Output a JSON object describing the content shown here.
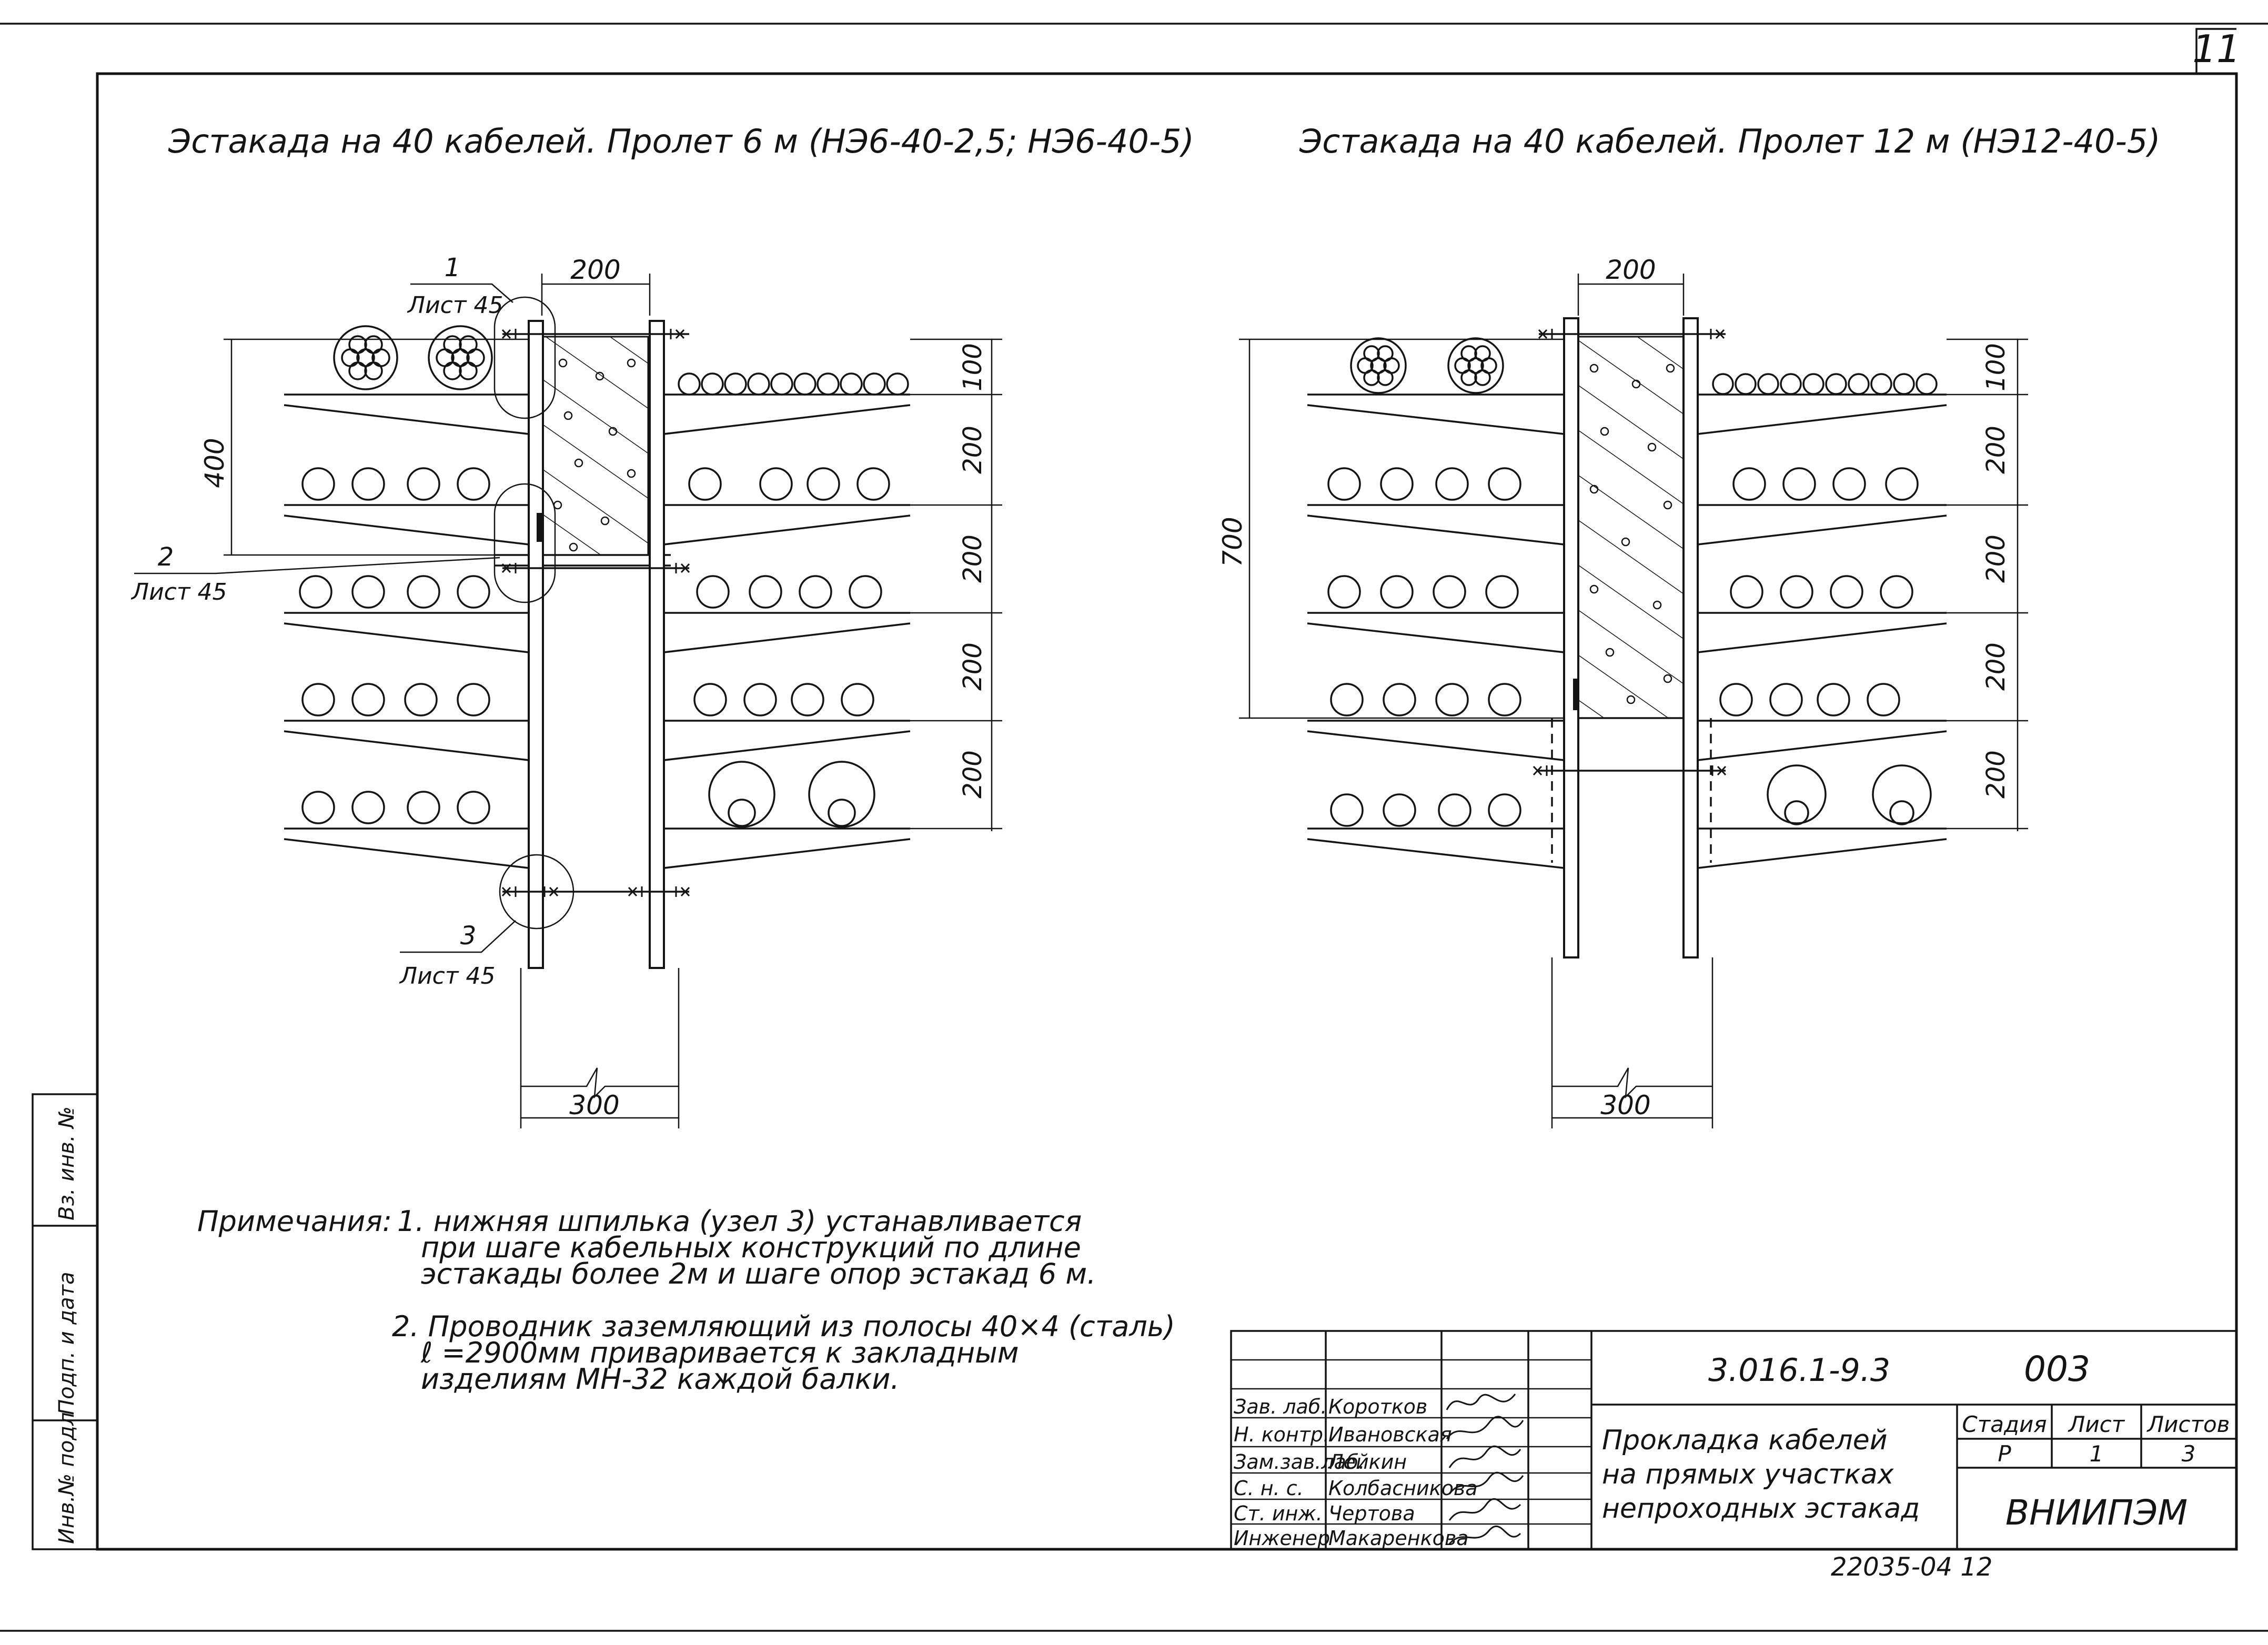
{
  "sheet": {
    "page_number": "11",
    "side_labels": [
      "Инв.№ подл",
      "Подп. и дата",
      "Вз. инв. №"
    ]
  },
  "left_view": {
    "title": "Эстакада на 40 кабелей. Пролет 6 м (НЭ6-40-2,5; НЭ6-40-5)",
    "dim_top": "200",
    "dim_height": "400",
    "dim_base": "300",
    "dim_tiers": [
      "100",
      "200",
      "200",
      "200",
      "200"
    ],
    "node1_num": "1",
    "node1_sheet": "Лист 45",
    "node2_num": "2",
    "node2_sheet": "Лист 45",
    "node3_num": "3",
    "node3_sheet": "Лист 45"
  },
  "right_view": {
    "title": "Эстакада на 40 кабелей. Пролет 12 м (НЭ12-40-5)",
    "dim_top": "200",
    "dim_height": "700",
    "dim_base": "300",
    "dim_tiers": [
      "100",
      "200",
      "200",
      "200",
      "200"
    ]
  },
  "notes": {
    "heading": "Примечания:",
    "note1": [
      "1. нижняя шпилька (узел 3) устанавливается",
      "при шаге кабельных конструкций по длине",
      "эстакады более 2м и шаге опор эстакад 6 м."
    ],
    "note2": [
      "2. Проводник заземляющий из полосы 40×4 (сталь)",
      "ℓ =2900мм приваривается к закладным",
      "изделиям МН-32 каждой балки."
    ]
  },
  "title_block": {
    "doc_code": "3.016.1-9.3",
    "doc_num": "003",
    "title_lines": [
      "Прокладка кабелей",
      "на прямых участках",
      "непроходных эстакад"
    ],
    "stage_header": "Стадия",
    "sheet_header": "Лист",
    "sheets_header": "Листов",
    "stage": "Р",
    "sheet": "1",
    "sheets": "3",
    "org": "ВНИИПЭМ",
    "signatures": [
      {
        "role": "Зав. лаб.",
        "name": "Коротков"
      },
      {
        "role": "Н. контр.",
        "name": "Ивановская"
      },
      {
        "role": "Зам.зав.лаб.",
        "name": "Лейкин"
      },
      {
        "role": "С. н. с.",
        "name": "Колбасникова"
      },
      {
        "role": "Ст. инж.",
        "name": "Чертова"
      },
      {
        "role": "Инженер",
        "name": "Макаренкова"
      }
    ],
    "footer_code": "22035-04 12"
  }
}
